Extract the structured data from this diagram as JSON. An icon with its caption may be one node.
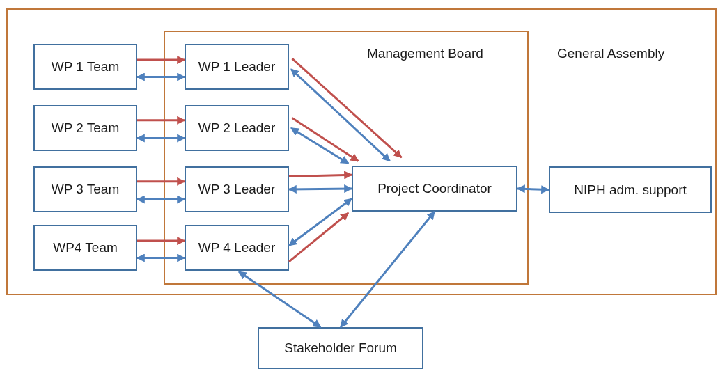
{
  "diagram": {
    "nodes": [
      {
        "text": [
          "General Assembly"
        ]
      },
      {
        "text": [
          "WP 1 Team"
        ],
        "in": 0
      },
      {
        "text": [
          "WP 2 Team"
        ],
        "in": 0
      },
      {
        "text": [
          "WP 3 Team"
        ],
        "in": 0
      },
      {
        "text": [
          "WP4 Team"
        ],
        "in": 0
      },
      {
        "text": [
          "Management Board"
        ],
        "in": 0
      },
      {
        "text": [
          "WP 1 Leader"
        ],
        "in": 5
      },
      {
        "text": [
          "WP 2 Leader"
        ],
        "in": 5
      },
      {
        "text": [
          "WP 3 Leader"
        ],
        "in": 5
      },
      {
        "text": [
          "WP 4 Leader"
        ],
        "in": 5
      },
      {
        "text": [
          "Project Coordinator"
        ],
        "in": 5
      },
      {
        "text": [
          "NIPH adm. support"
        ],
        "in": 0
      },
      {
        "text": [
          "Stakeholder Forum"
        ]
      }
    ],
    "edges": [
      {
        "from": 1,
        "to": 6,
        "arrow": "to",
        "color": "#c0504d"
      },
      {
        "from": 1,
        "to": 6,
        "arrow": "both"
      },
      {
        "from": 2,
        "to": 7,
        "arrow": "to",
        "color": "#c0504d"
      },
      {
        "from": 2,
        "to": 7,
        "arrow": "both"
      },
      {
        "from": 3,
        "to": 8,
        "arrow": "to",
        "color": "#c0504d"
      },
      {
        "from": 3,
        "to": 8,
        "arrow": "both"
      },
      {
        "from": 4,
        "to": 9,
        "arrow": "to",
        "color": "#c0504d"
      },
      {
        "from": 4,
        "to": 9,
        "arrow": "both"
      },
      {
        "from": 6,
        "to": 10,
        "arrow": "to",
        "color": "#c0504d"
      },
      {
        "from": 6,
        "to": 10,
        "arrow": "both"
      },
      {
        "from": 7,
        "to": 10,
        "arrow": "to",
        "color": "#c0504d"
      },
      {
        "from": 7,
        "to": 10,
        "arrow": "both"
      },
      {
        "from": 8,
        "to": 10,
        "arrow": "to",
        "color": "#c0504d"
      },
      {
        "from": 8,
        "to": 10,
        "arrow": "both"
      },
      {
        "from": 9,
        "to": 10,
        "arrow": "both"
      },
      {
        "from": 9,
        "to": 10,
        "arrow": "to",
        "color": "#c0504d"
      },
      {
        "from": 10,
        "to": 11,
        "arrow": "both"
      },
      {
        "from": 9,
        "to": 12,
        "arrow": "both"
      },
      {
        "from": 10,
        "to": 12,
        "arrow": "both"
      }
    ]
  }
}
